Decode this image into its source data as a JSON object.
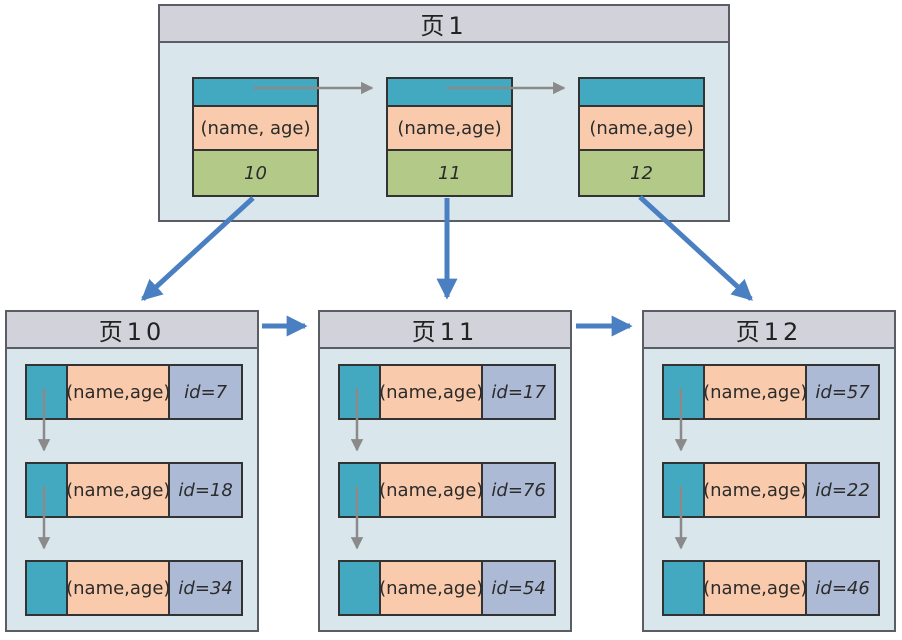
{
  "palette": {
    "page_body": "#d9e7ed",
    "page_header": "#d2d3da",
    "teal": "#42a9c1",
    "pink": "#f9caab",
    "green": "#b2c987",
    "id_cell": "#adbad6",
    "arrow_blue": "#4a80c2",
    "arrow_gray": "#8a8a8a",
    "border_dark": "#333333",
    "border_page": "#5a5d63"
  },
  "root_page": {
    "title": "页1",
    "records": [
      {
        "fields": "(name, age)",
        "page_no": "10"
      },
      {
        "fields": "(name,age)",
        "page_no": "11"
      },
      {
        "fields": "(name,age)",
        "page_no": "12"
      }
    ]
  },
  "leaf_pages": [
    {
      "title": "页10",
      "rows": [
        {
          "fields": "(name,age)",
          "id": "id=7"
        },
        {
          "fields": "(name,age)",
          "id": "id=18"
        },
        {
          "fields": "(name,age)",
          "id": "id=34"
        }
      ]
    },
    {
      "title": "页11",
      "rows": [
        {
          "fields": "(name,age)",
          "id": "id=17"
        },
        {
          "fields": "(name,age)",
          "id": "id=76"
        },
        {
          "fields": "(name,age)",
          "id": "id=54"
        }
      ]
    },
    {
      "title": "页12",
      "rows": [
        {
          "fields": "(name,age)",
          "id": "id=57"
        },
        {
          "fields": "(name,age)",
          "id": "id=22"
        },
        {
          "fields": "(name,age)",
          "id": "id=46"
        }
      ]
    }
  ]
}
